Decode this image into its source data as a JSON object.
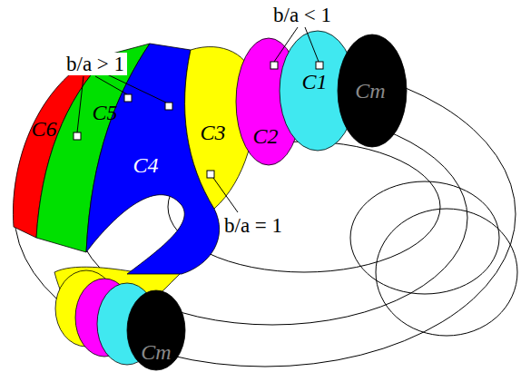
{
  "diagram": {
    "nodes": [
      {
        "text": [
          "C1"
        ]
      },
      {
        "text": [
          "C2"
        ]
      },
      {
        "text": [
          "C3"
        ]
      },
      {
        "text": [
          "C4"
        ]
      },
      {
        "text": [
          "C5"
        ]
      },
      {
        "text": [
          "C6"
        ]
      },
      {
        "text": [
          "Cm"
        ]
      },
      {
        "text": [
          "Cm"
        ]
      }
    ],
    "labels": [
      "b/a < 1",
      "b/a > 1",
      "b/a = 1"
    ]
  }
}
